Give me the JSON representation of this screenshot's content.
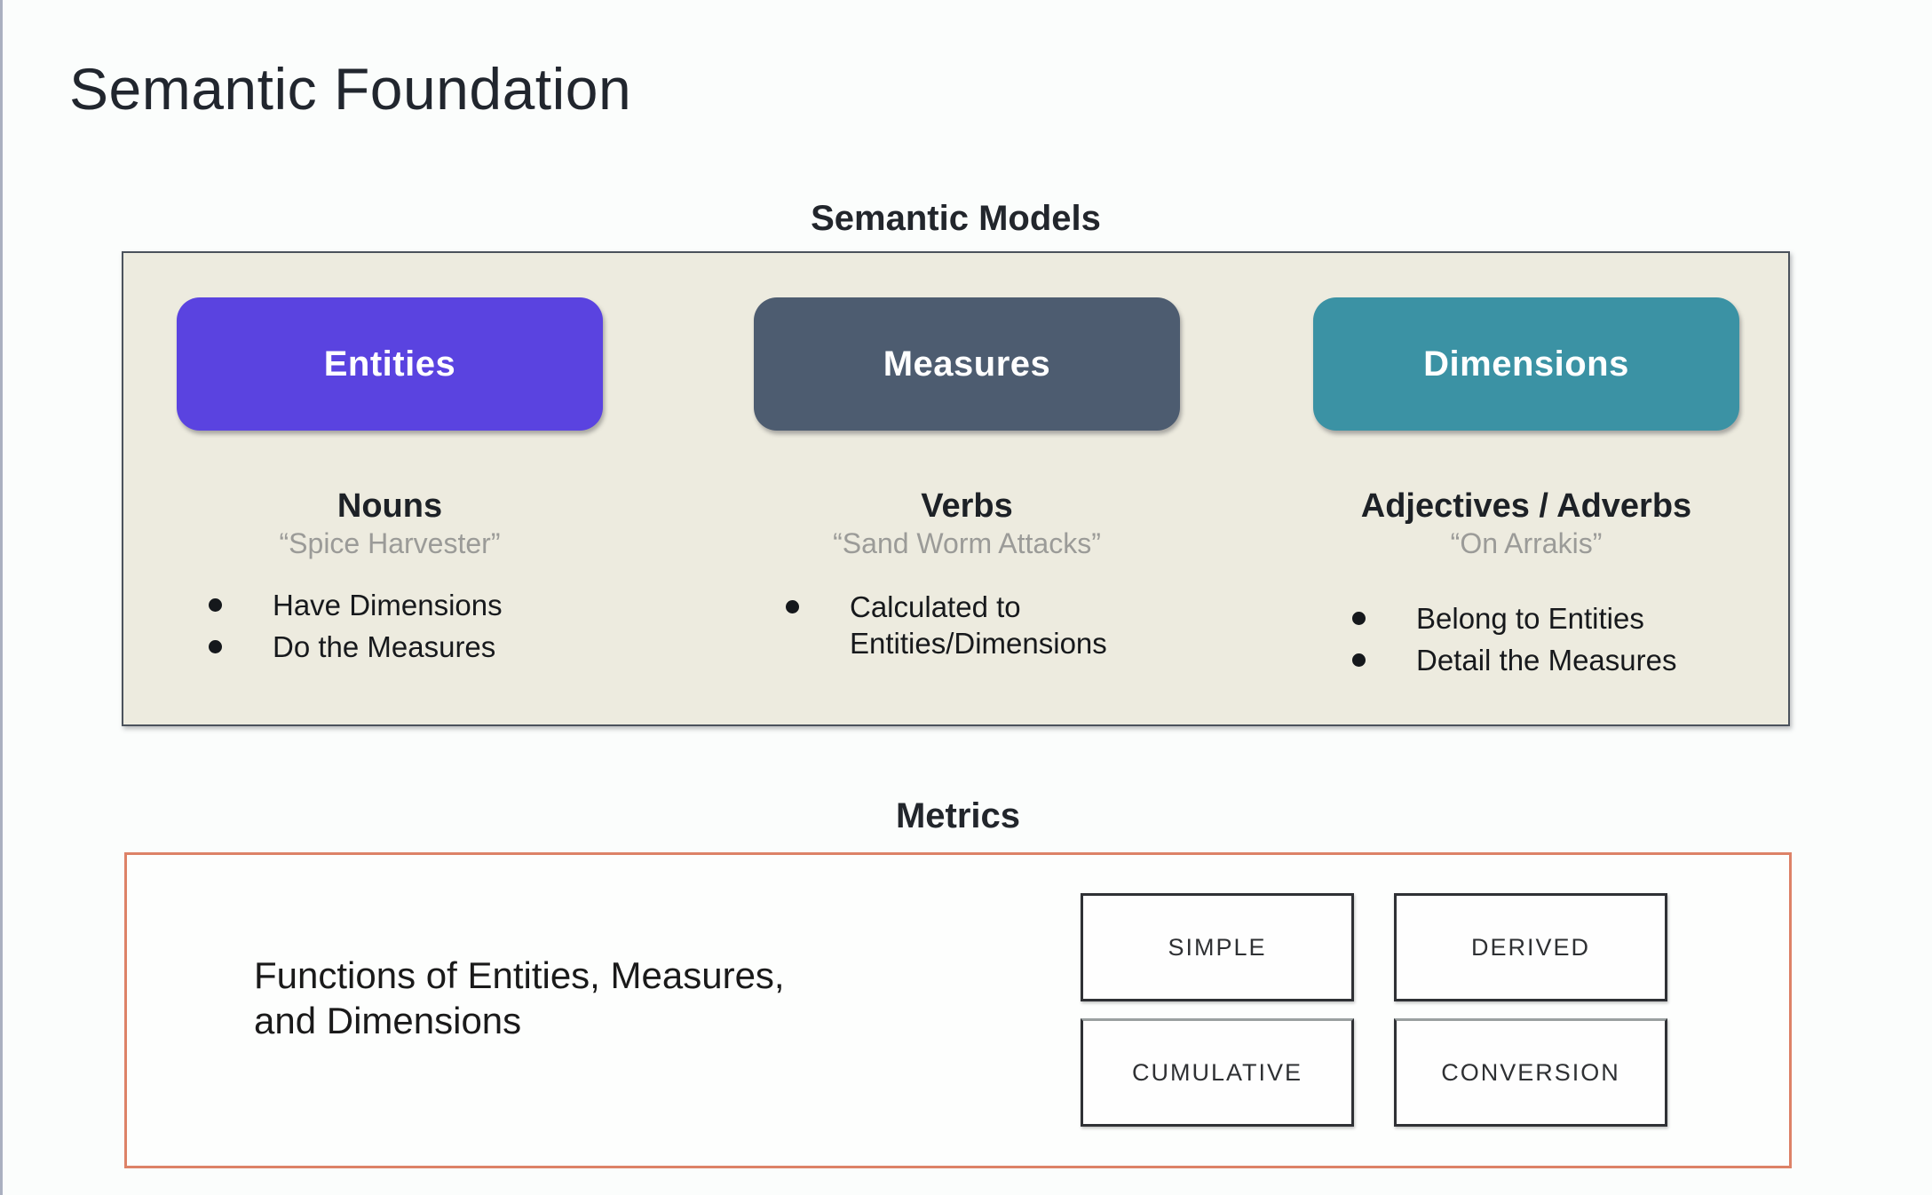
{
  "slide": {
    "title": "Semantic Foundation"
  },
  "models": {
    "heading": "Semantic Models",
    "entities": {
      "pill_label": "Entities",
      "role": "Nouns",
      "example": "“Spice Harvester”",
      "bullet_1": "Have Dimensions",
      "bullet_2": "Do the Measures"
    },
    "measures": {
      "pill_label": "Measures",
      "role": "Verbs",
      "example": "“Sand Worm Attacks”",
      "bullet_1": "Calculated to Entities/Dimensions"
    },
    "dimensions": {
      "pill_label": "Dimensions",
      "role": "Adjectives / Adverbs",
      "example": "“On Arrakis”",
      "bullet_1": "Belong to Entities",
      "bullet_2": "Detail the Measures"
    }
  },
  "metrics": {
    "heading": "Metrics",
    "description_line_1": "Functions of Entities, Measures,",
    "description_line_2": "and Dimensions",
    "type_1": "SIMPLE",
    "type_2": "DERIVED",
    "type_3": "CUMULATIVE",
    "type_4": "CONVERSION"
  },
  "colors": {
    "entities_pill": "#5a43e0",
    "measures_pill": "#4d5c70",
    "dimensions_pill": "#3b92a4",
    "models_box_fill": "#edebdf",
    "models_box_border": "#4b525c",
    "metrics_box_border": "#dd8267",
    "example_text": "#9b9b98"
  }
}
